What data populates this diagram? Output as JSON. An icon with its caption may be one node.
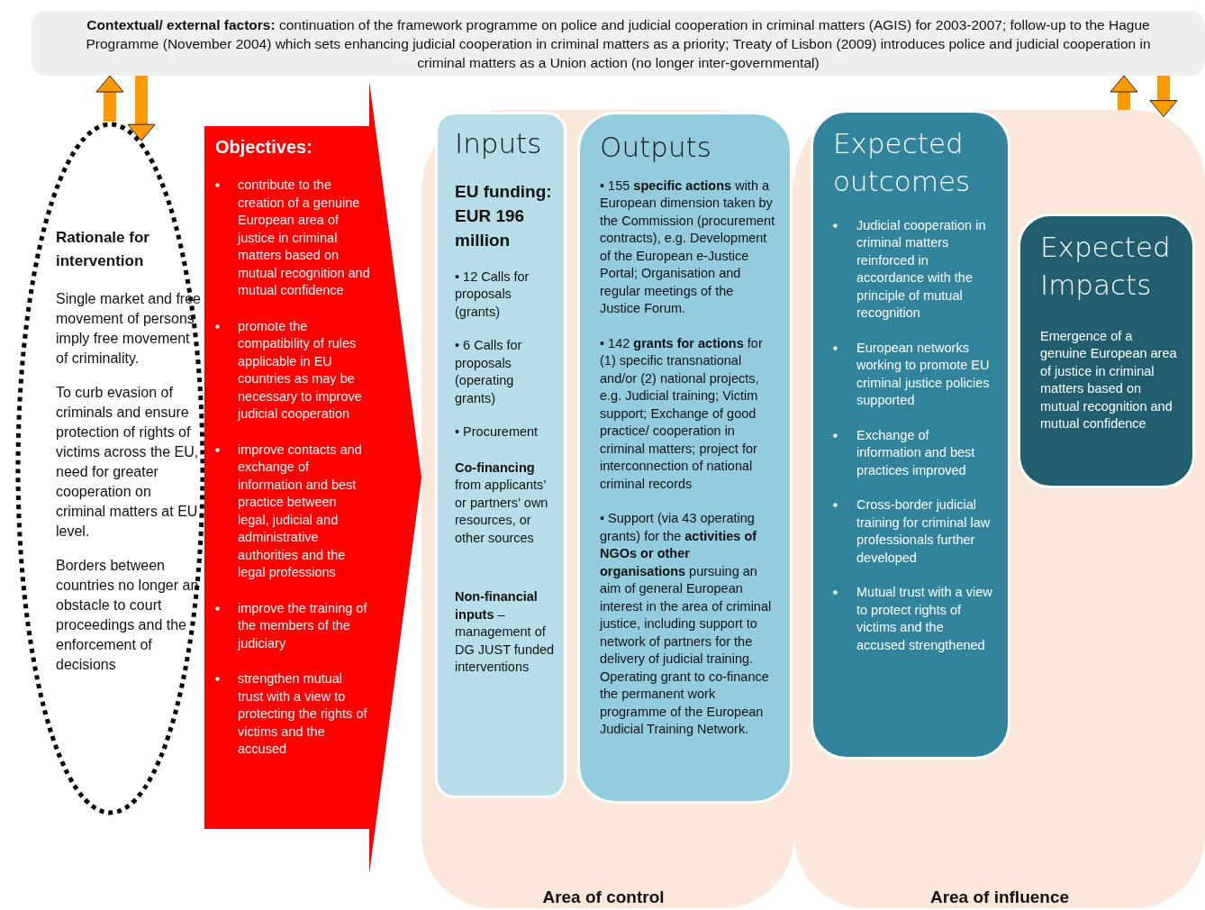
{
  "diagram": {
    "nodes": [
      {
        "text": [
          "**Contextual/ external factors:** continuation of the framework programme on police and judicial cooperation in criminal matters (AGIS) for 2003-2007; follow-up to the Hague Programme (November 2004) which sets enhancing judicial cooperation in criminal matters as a priority; Treaty of Lisbon (2009) introduces police and judicial cooperation in criminal matters as a Union action (no longer inter-governmental)"
        ]
      },
      {
        "text": [
          "Area of control"
        ]
      },
      {
        "text": [
          "Area of influence"
        ]
      },
      {
        "text": [
          "Rationale for intervention",
          "Single market and free movement of persons imply free movement of criminality.",
          "To curb evasion of criminals and ensure protection of rights of victims across the EU, need for greater cooperation on criminal matters at EU level.",
          "Borders between countries no longer an obstacle to court proceedings and the enforcement of decisions"
        ]
      },
      {
        "text": [
          "Objectives:",
          "contribute to the creation of a genuine European area of justice in criminal matters based on mutual recognition and mutual confidence",
          "promote the compatibility of rules applicable in EU countries as may be necessary to improve judicial cooperation",
          "improve contacts and exchange of information and best practice between legal, judicial and administrative authorities and the legal professions",
          "improve the training of the members of the judiciary",
          "strengthen mutual trust with a view to protecting the rights of victims and the accused"
        ]
      },
      {
        "text": [
          "Inputs",
          "EU funding: EUR 196 million",
          "• 12 Calls for proposals (grants)",
          "• 6 Calls for proposals (operating grants)",
          "• Procurement",
          "**Co-financing** from applicants’ or partners’ own resources, or other sources",
          "**Non-financial inputs** – management of DG JUST funded interventions"
        ],
        "in": 1
      },
      {
        "text": [
          "Outputs",
          "• 155 **specific actions** with a European dimension taken by the Commission (procurement contracts), e.g. Development of the European e-Justice Portal; Organisation and regular meetings of the Justice Forum.",
          "• 142 **grants for actions** for (1) specific transnational and/or (2) national projects, e.g. Judicial training; Victim support; Exchange of good practice/ cooperation in criminal matters; project for interconnection of national criminal records",
          "• Support (via 43 operating grants) for the **activities of NGOs or other organisations** pursuing an aim of general European interest in the area of criminal justice, including support to network of partners for the delivery of judicial training. Operating grant to co-finance the permanent work programme of the European Judicial Training Network."
        ],
        "in": 1
      },
      {
        "text": [
          "Expected outcomes",
          "Judicial cooperation in criminal matters reinforced in accordance with the principle of mutual recognition",
          "European networks working to promote EU criminal justice policies supported",
          "Exchange of information and best practices improved",
          "Cross-border judicial training for criminal law professionals further developed",
          "Mutual trust with a view to protect rights of victims and the accused strengthened"
        ],
        "in": 2
      },
      {
        "text": [
          "Expected Impacts",
          "Emergence of a genuine European area of justice in criminal matters based on mutual recognition and mutual confidence"
        ],
        "in": 2
      }
    ],
    "edges": [
      {
        "from": 3,
        "to": 0,
        "arrow": "to"
      },
      {
        "from": 0,
        "to": 3,
        "arrow": "to"
      },
      {
        "from": 2,
        "to": 0,
        "arrow": "to"
      },
      {
        "from": 0,
        "to": 2,
        "arrow": "to"
      }
    ]
  }
}
